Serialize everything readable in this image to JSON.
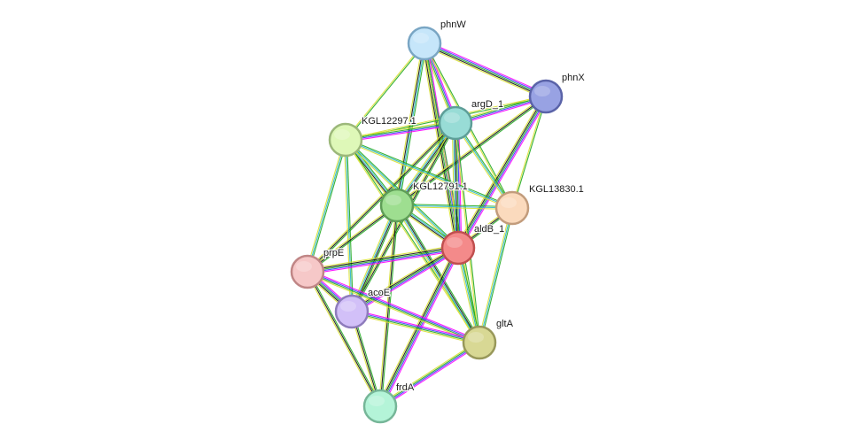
{
  "network": {
    "nodes": [
      {
        "id": "phnW",
        "label": "phnW",
        "fill": "#c6e6fa",
        "stroke": "#7aa6c4"
      },
      {
        "id": "phnX",
        "label": "phnX",
        "fill": "#98a2e3",
        "stroke": "#5a63a8"
      },
      {
        "id": "argD_1",
        "label": "argD_1",
        "fill": "#98dcd6",
        "stroke": "#5e9e98"
      },
      {
        "id": "KGL12297.1",
        "label": "KGL12297.1",
        "fill": "#def8b8",
        "stroke": "#9cb87a"
      },
      {
        "id": "KGL12791.1",
        "label": "KGL12791.1",
        "fill": "#9ede90",
        "stroke": "#5f9e57"
      },
      {
        "id": "KGL13830.1",
        "label": "KGL13830.1",
        "fill": "#fbdabd",
        "stroke": "#c29c7c"
      },
      {
        "id": "aldB_1",
        "label": "aldB_1",
        "fill": "#f48a8a",
        "stroke": "#c04f4f"
      },
      {
        "id": "prpE",
        "label": "prpE",
        "fill": "#f6c8c8",
        "stroke": "#c08686"
      },
      {
        "id": "acoE",
        "label": "acoE",
        "fill": "#d2c0f8",
        "stroke": "#8e7cbc"
      },
      {
        "id": "gltA",
        "label": "gltA",
        "fill": "#d8d894",
        "stroke": "#98985a"
      },
      {
        "id": "frdA",
        "label": "frdA",
        "fill": "#b4f4d8",
        "stroke": "#76b698"
      }
    ],
    "edges": [
      [
        "phnW",
        "phnX",
        [
          "#ff00ff",
          "#3c3cff",
          "#22aa22",
          "#111111",
          "#d8e033"
        ]
      ],
      [
        "phnW",
        "argD_1",
        [
          "#ff00ff",
          "#3c3cff",
          "#22aa22",
          "#d8e033"
        ]
      ],
      [
        "phnW",
        "KGL12297.1",
        [
          "#22aa22",
          "#d8e033"
        ]
      ],
      [
        "phnW",
        "KGL12791.1",
        [
          "#22aa22",
          "#2bb6c9",
          "#111111",
          "#d8e033"
        ]
      ],
      [
        "phnW",
        "aldB_1",
        [
          "#ff00ff",
          "#3c3cff",
          "#22aa22",
          "#111111",
          "#d8e033"
        ]
      ],
      [
        "phnW",
        "KGL13830.1",
        [
          "#22aa22",
          "#d8e033"
        ]
      ],
      [
        "phnW",
        "gltA",
        [
          "#22aa22",
          "#d8e033"
        ]
      ],
      [
        "phnX",
        "argD_1",
        [
          "#ff00ff",
          "#3c3cff",
          "#22aa22",
          "#d8e033"
        ]
      ],
      [
        "phnX",
        "KGL12297.1",
        [
          "#22aa22",
          "#d8e033"
        ]
      ],
      [
        "phnX",
        "KGL12791.1",
        [
          "#22aa22",
          "#111111",
          "#d8e033"
        ]
      ],
      [
        "phnX",
        "aldB_1",
        [
          "#ff00ff",
          "#3c3cff",
          "#22aa22",
          "#111111",
          "#d8e033"
        ]
      ],
      [
        "phnX",
        "KGL13830.1",
        [
          "#22aa22",
          "#d8e033"
        ]
      ],
      [
        "argD_1",
        "KGL12297.1",
        [
          "#ff00ff",
          "#3c3cff",
          "#22aa22",
          "#d8e033"
        ]
      ],
      [
        "argD_1",
        "KGL12791.1",
        [
          "#22aa22",
          "#111111",
          "#2bb6c9",
          "#d8e033"
        ]
      ],
      [
        "argD_1",
        "aldB_1",
        [
          "#ff00ff",
          "#3c3cff",
          "#22aa22",
          "#111111",
          "#2bb6c9",
          "#d8e033"
        ]
      ],
      [
        "argD_1",
        "KGL13830.1",
        [
          "#22aa22",
          "#2bb6c9",
          "#d8e033"
        ]
      ],
      [
        "argD_1",
        "prpE",
        [
          "#22aa22",
          "#111111",
          "#d8e033"
        ]
      ],
      [
        "argD_1",
        "acoE",
        [
          "#22aa22",
          "#111111",
          "#d8e033"
        ]
      ],
      [
        "argD_1",
        "gltA",
        [
          "#22aa22",
          "#d8e033"
        ]
      ],
      [
        "KGL12297.1",
        "KGL12791.1",
        [
          "#22aa22",
          "#2bb6c9",
          "#111111",
          "#d8e033"
        ]
      ],
      [
        "KGL12297.1",
        "aldB_1",
        [
          "#22aa22",
          "#2bb6c9",
          "#d8e033"
        ]
      ],
      [
        "KGL12297.1",
        "KGL13830.1",
        [
          "#22aa22",
          "#2bb6c9",
          "#d8e033"
        ]
      ],
      [
        "KGL12297.1",
        "prpE",
        [
          "#22aa22",
          "#2bb6c9",
          "#d8e033"
        ]
      ],
      [
        "KGL12297.1",
        "acoE",
        [
          "#22aa22",
          "#2bb6c9",
          "#d8e033"
        ]
      ],
      [
        "KGL12297.1",
        "gltA",
        [
          "#22aa22",
          "#d8e033"
        ]
      ],
      [
        "KGL12791.1",
        "aldB_1",
        [
          "#22aa22",
          "#2bb6c9",
          "#111111",
          "#d8e033"
        ]
      ],
      [
        "KGL12791.1",
        "KGL13830.1",
        [
          "#22aa22",
          "#2bb6c9",
          "#d8e033"
        ]
      ],
      [
        "KGL12791.1",
        "prpE",
        [
          "#22aa22",
          "#111111",
          "#d8e033"
        ]
      ],
      [
        "KGL12791.1",
        "acoE",
        [
          "#22aa22",
          "#111111",
          "#2bb6c9",
          "#d8e033"
        ]
      ],
      [
        "KGL12791.1",
        "gltA",
        [
          "#22aa22",
          "#111111",
          "#2bb6c9",
          "#d8e033"
        ]
      ],
      [
        "KGL12791.1",
        "frdA",
        [
          "#22aa22",
          "#111111",
          "#d8e033"
        ]
      ],
      [
        "KGL13830.1",
        "aldB_1",
        [
          "#22aa22",
          "#111111",
          "#d8e033"
        ]
      ],
      [
        "KGL13830.1",
        "gltA",
        [
          "#22aa22",
          "#2bb6c9",
          "#d8e033"
        ]
      ],
      [
        "aldB_1",
        "prpE",
        [
          "#ff00ff",
          "#3c3cff",
          "#22aa22",
          "#111111",
          "#d8e033"
        ]
      ],
      [
        "aldB_1",
        "acoE",
        [
          "#ff00ff",
          "#3c3cff",
          "#22aa22",
          "#111111",
          "#d8e033"
        ]
      ],
      [
        "aldB_1",
        "gltA",
        [
          "#22aa22",
          "#2bb6c9",
          "#d8e033"
        ]
      ],
      [
        "aldB_1",
        "frdA",
        [
          "#ff00ff",
          "#3c3cff",
          "#22aa22",
          "#111111",
          "#d8e033"
        ]
      ],
      [
        "prpE",
        "acoE",
        [
          "#ff00ff",
          "#3c3cff",
          "#22aa22",
          "#111111",
          "#d8e033"
        ]
      ],
      [
        "prpE",
        "gltA",
        [
          "#ff00ff",
          "#3c3cff",
          "#22aa22",
          "#d8e033"
        ]
      ],
      [
        "prpE",
        "frdA",
        [
          "#22aa22",
          "#111111",
          "#d8e033"
        ]
      ],
      [
        "acoE",
        "gltA",
        [
          "#ff00ff",
          "#3c3cff",
          "#22aa22",
          "#d8e033"
        ]
      ],
      [
        "acoE",
        "frdA",
        [
          "#22aa22",
          "#111111",
          "#d8e033"
        ]
      ],
      [
        "gltA",
        "frdA",
        [
          "#ff00ff",
          "#3c3cff",
          "#22aa22",
          "#d8e033"
        ]
      ]
    ]
  }
}
